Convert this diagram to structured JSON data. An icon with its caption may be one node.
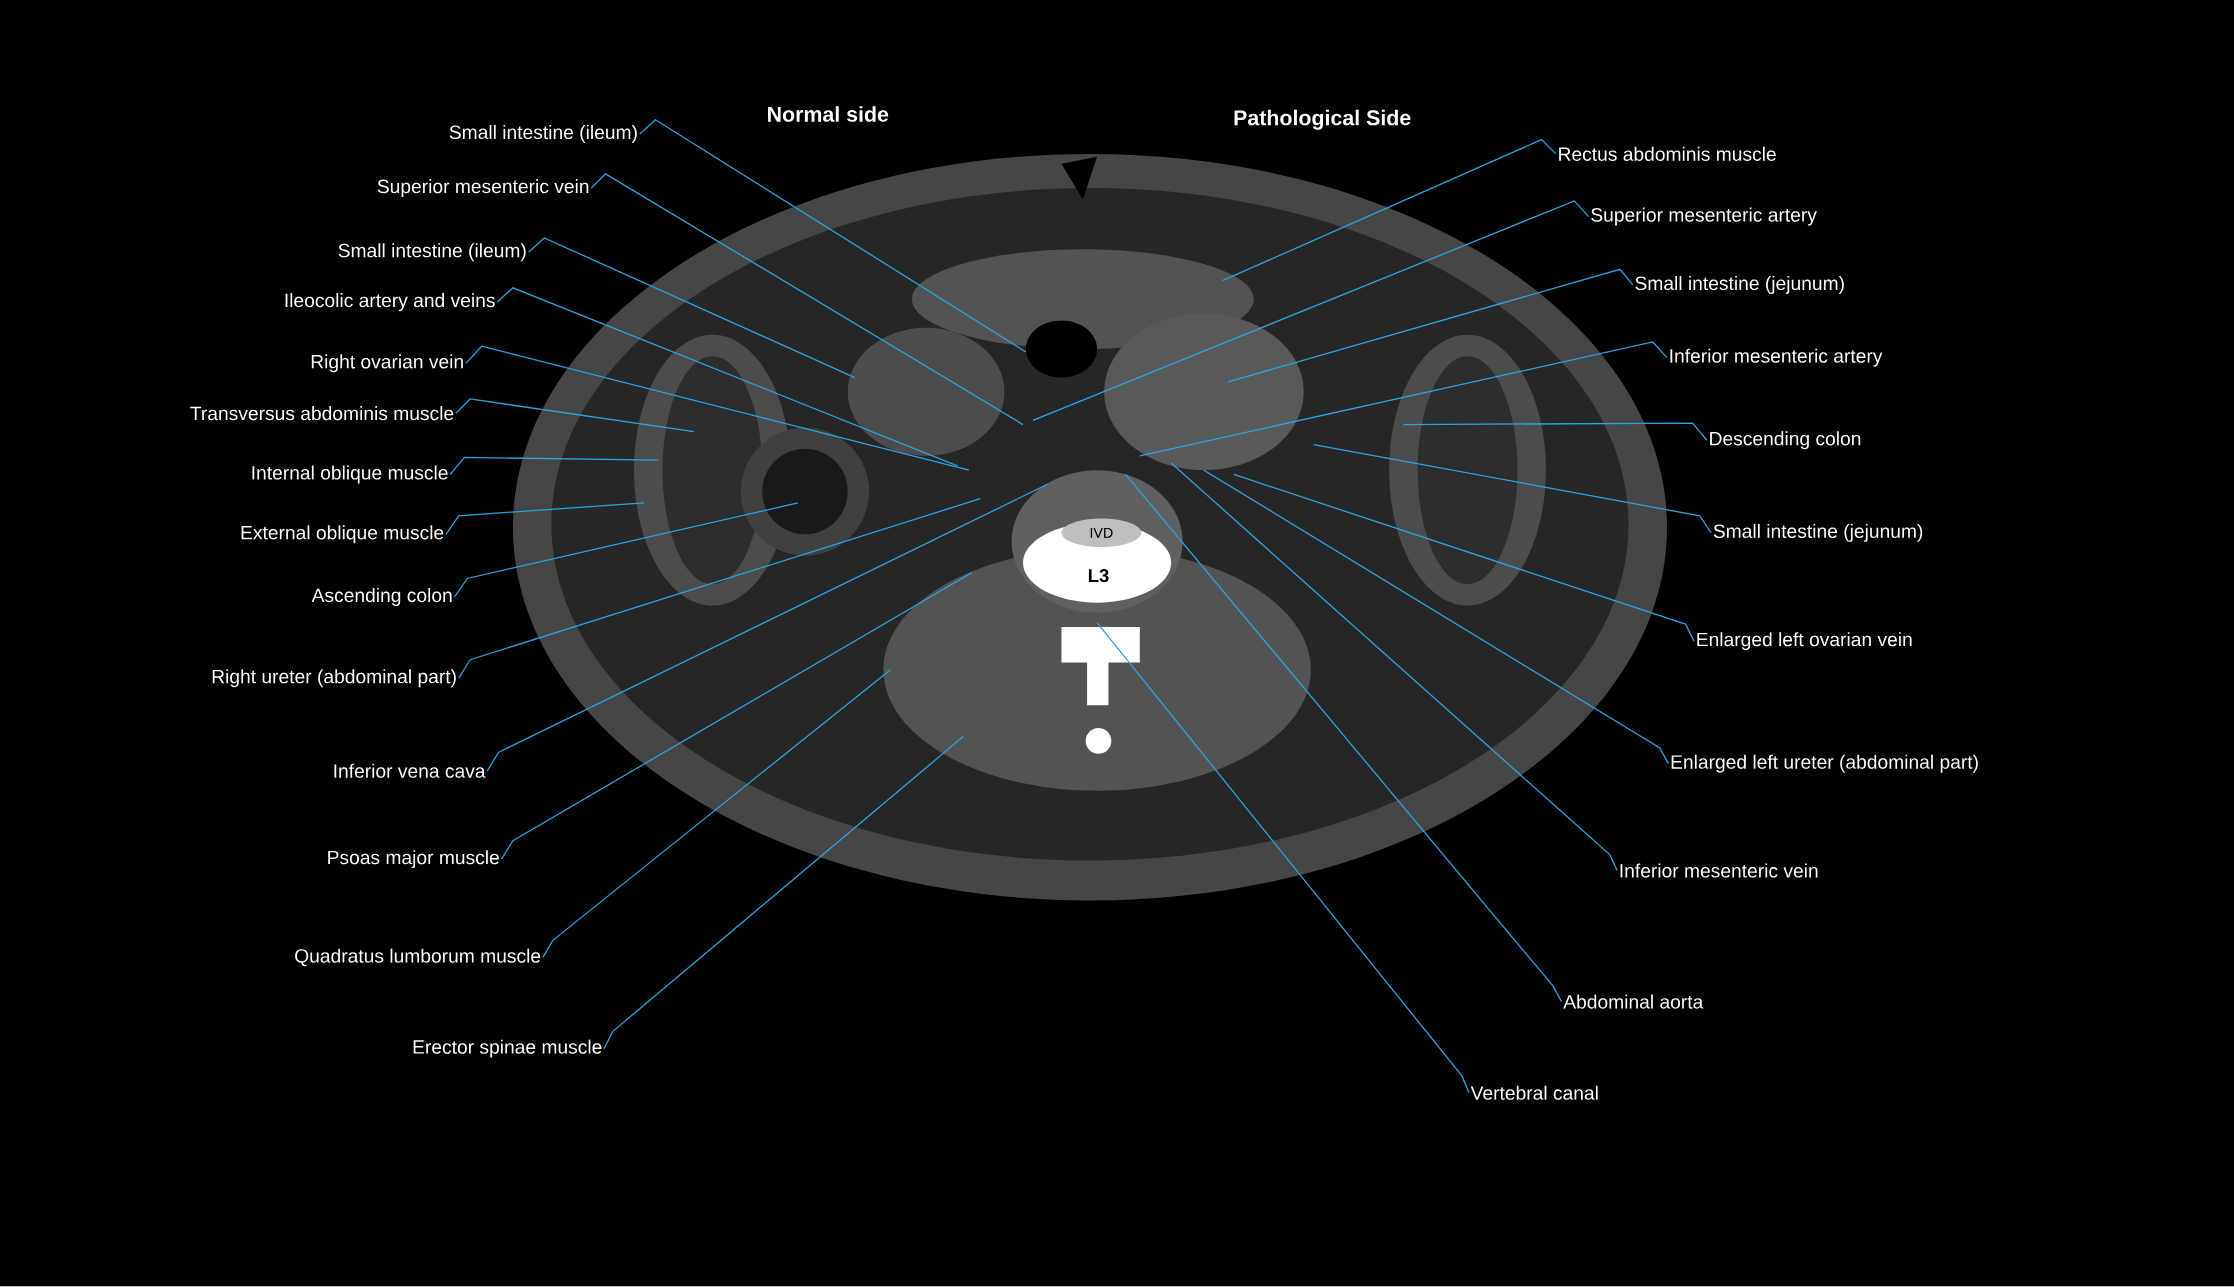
{
  "diagram": {
    "nodes": [
      {
        "text": [
          "Small intestine (ileum)"
        ]
      },
      {
        "text": [
          "Superior mesenteric vein"
        ]
      },
      {
        "text": [
          "Small intestine (ileum)"
        ]
      },
      {
        "text": [
          "Ileocolic artery and veins"
        ]
      },
      {
        "text": [
          "Right ovarian vein"
        ]
      },
      {
        "text": [
          "Transversus abdominis muscle"
        ]
      },
      {
        "text": [
          "Internal oblique muscle"
        ]
      },
      {
        "text": [
          "External oblique muscle"
        ]
      },
      {
        "text": [
          "Ascending colon"
        ]
      },
      {
        "text": [
          "Right ureter (abdominal part)"
        ]
      },
      {
        "text": [
          "Inferior vena cava"
        ]
      },
      {
        "text": [
          "Psoas major muscle"
        ]
      },
      {
        "text": [
          "Quadratus lumborum muscle"
        ]
      },
      {
        "text": [
          "Erector spinae muscle"
        ]
      },
      {
        "text": [
          "Rectus abdominis muscle"
        ]
      },
      {
        "text": [
          "Superior mesenteric artery"
        ]
      },
      {
        "text": [
          "Small intestine (jejunum)"
        ]
      },
      {
        "text": [
          "Inferior mesenteric artery"
        ]
      },
      {
        "text": [
          "Descending colon"
        ]
      },
      {
        "text": [
          "Small intestine (jejunum)"
        ]
      },
      {
        "text": [
          "Enlarged left ovarian vein"
        ]
      },
      {
        "text": [
          "Enlarged left ureter (abdominal part)"
        ]
      },
      {
        "text": [
          "Inferior mesenteric vein"
        ]
      },
      {
        "text": [
          "Abdominal aorta"
        ]
      },
      {
        "text": [
          "Vertebral canal"
        ]
      }
    ],
    "edges": [
      {
        "from": 0,
        "to": null,
        "arrow": "none"
      },
      {
        "from": 1,
        "to": null,
        "arrow": "none"
      },
      {
        "from": 2,
        "to": null,
        "arrow": "none"
      },
      {
        "from": 3,
        "to": null,
        "arrow": "none"
      },
      {
        "from": 4,
        "to": null,
        "arrow": "none"
      },
      {
        "from": 5,
        "to": null,
        "arrow": "none"
      },
      {
        "from": 6,
        "to": null,
        "arrow": "none"
      },
      {
        "from": 7,
        "to": null,
        "arrow": "none"
      },
      {
        "from": 8,
        "to": null,
        "arrow": "none"
      },
      {
        "from": 9,
        "to": null,
        "arrow": "none"
      },
      {
        "from": 10,
        "to": null,
        "arrow": "none"
      },
      {
        "from": 11,
        "to": null,
        "arrow": "none"
      },
      {
        "from": 12,
        "to": null,
        "arrow": "none"
      },
      {
        "from": 13,
        "to": null,
        "arrow": "none"
      },
      {
        "from": 14,
        "to": null,
        "arrow": "none"
      },
      {
        "from": 15,
        "to": null,
        "arrow": "none"
      },
      {
        "from": 16,
        "to": null,
        "arrow": "none"
      },
      {
        "from": 17,
        "to": null,
        "arrow": "none"
      },
      {
        "from": 18,
        "to": null,
        "arrow": "none"
      },
      {
        "from": 19,
        "to": null,
        "arrow": "none"
      },
      {
        "from": 20,
        "to": null,
        "arrow": "none"
      },
      {
        "from": 21,
        "to": null,
        "arrow": "none"
      },
      {
        "from": 22,
        "to": null,
        "arrow": "none"
      },
      {
        "from": 23,
        "to": null,
        "arrow": "none"
      },
      {
        "from": 24,
        "to": null,
        "arrow": "none"
      }
    ],
    "labels": [
      "Normal side",
      "Pathological Side",
      "IVD",
      "L3"
    ]
  }
}
